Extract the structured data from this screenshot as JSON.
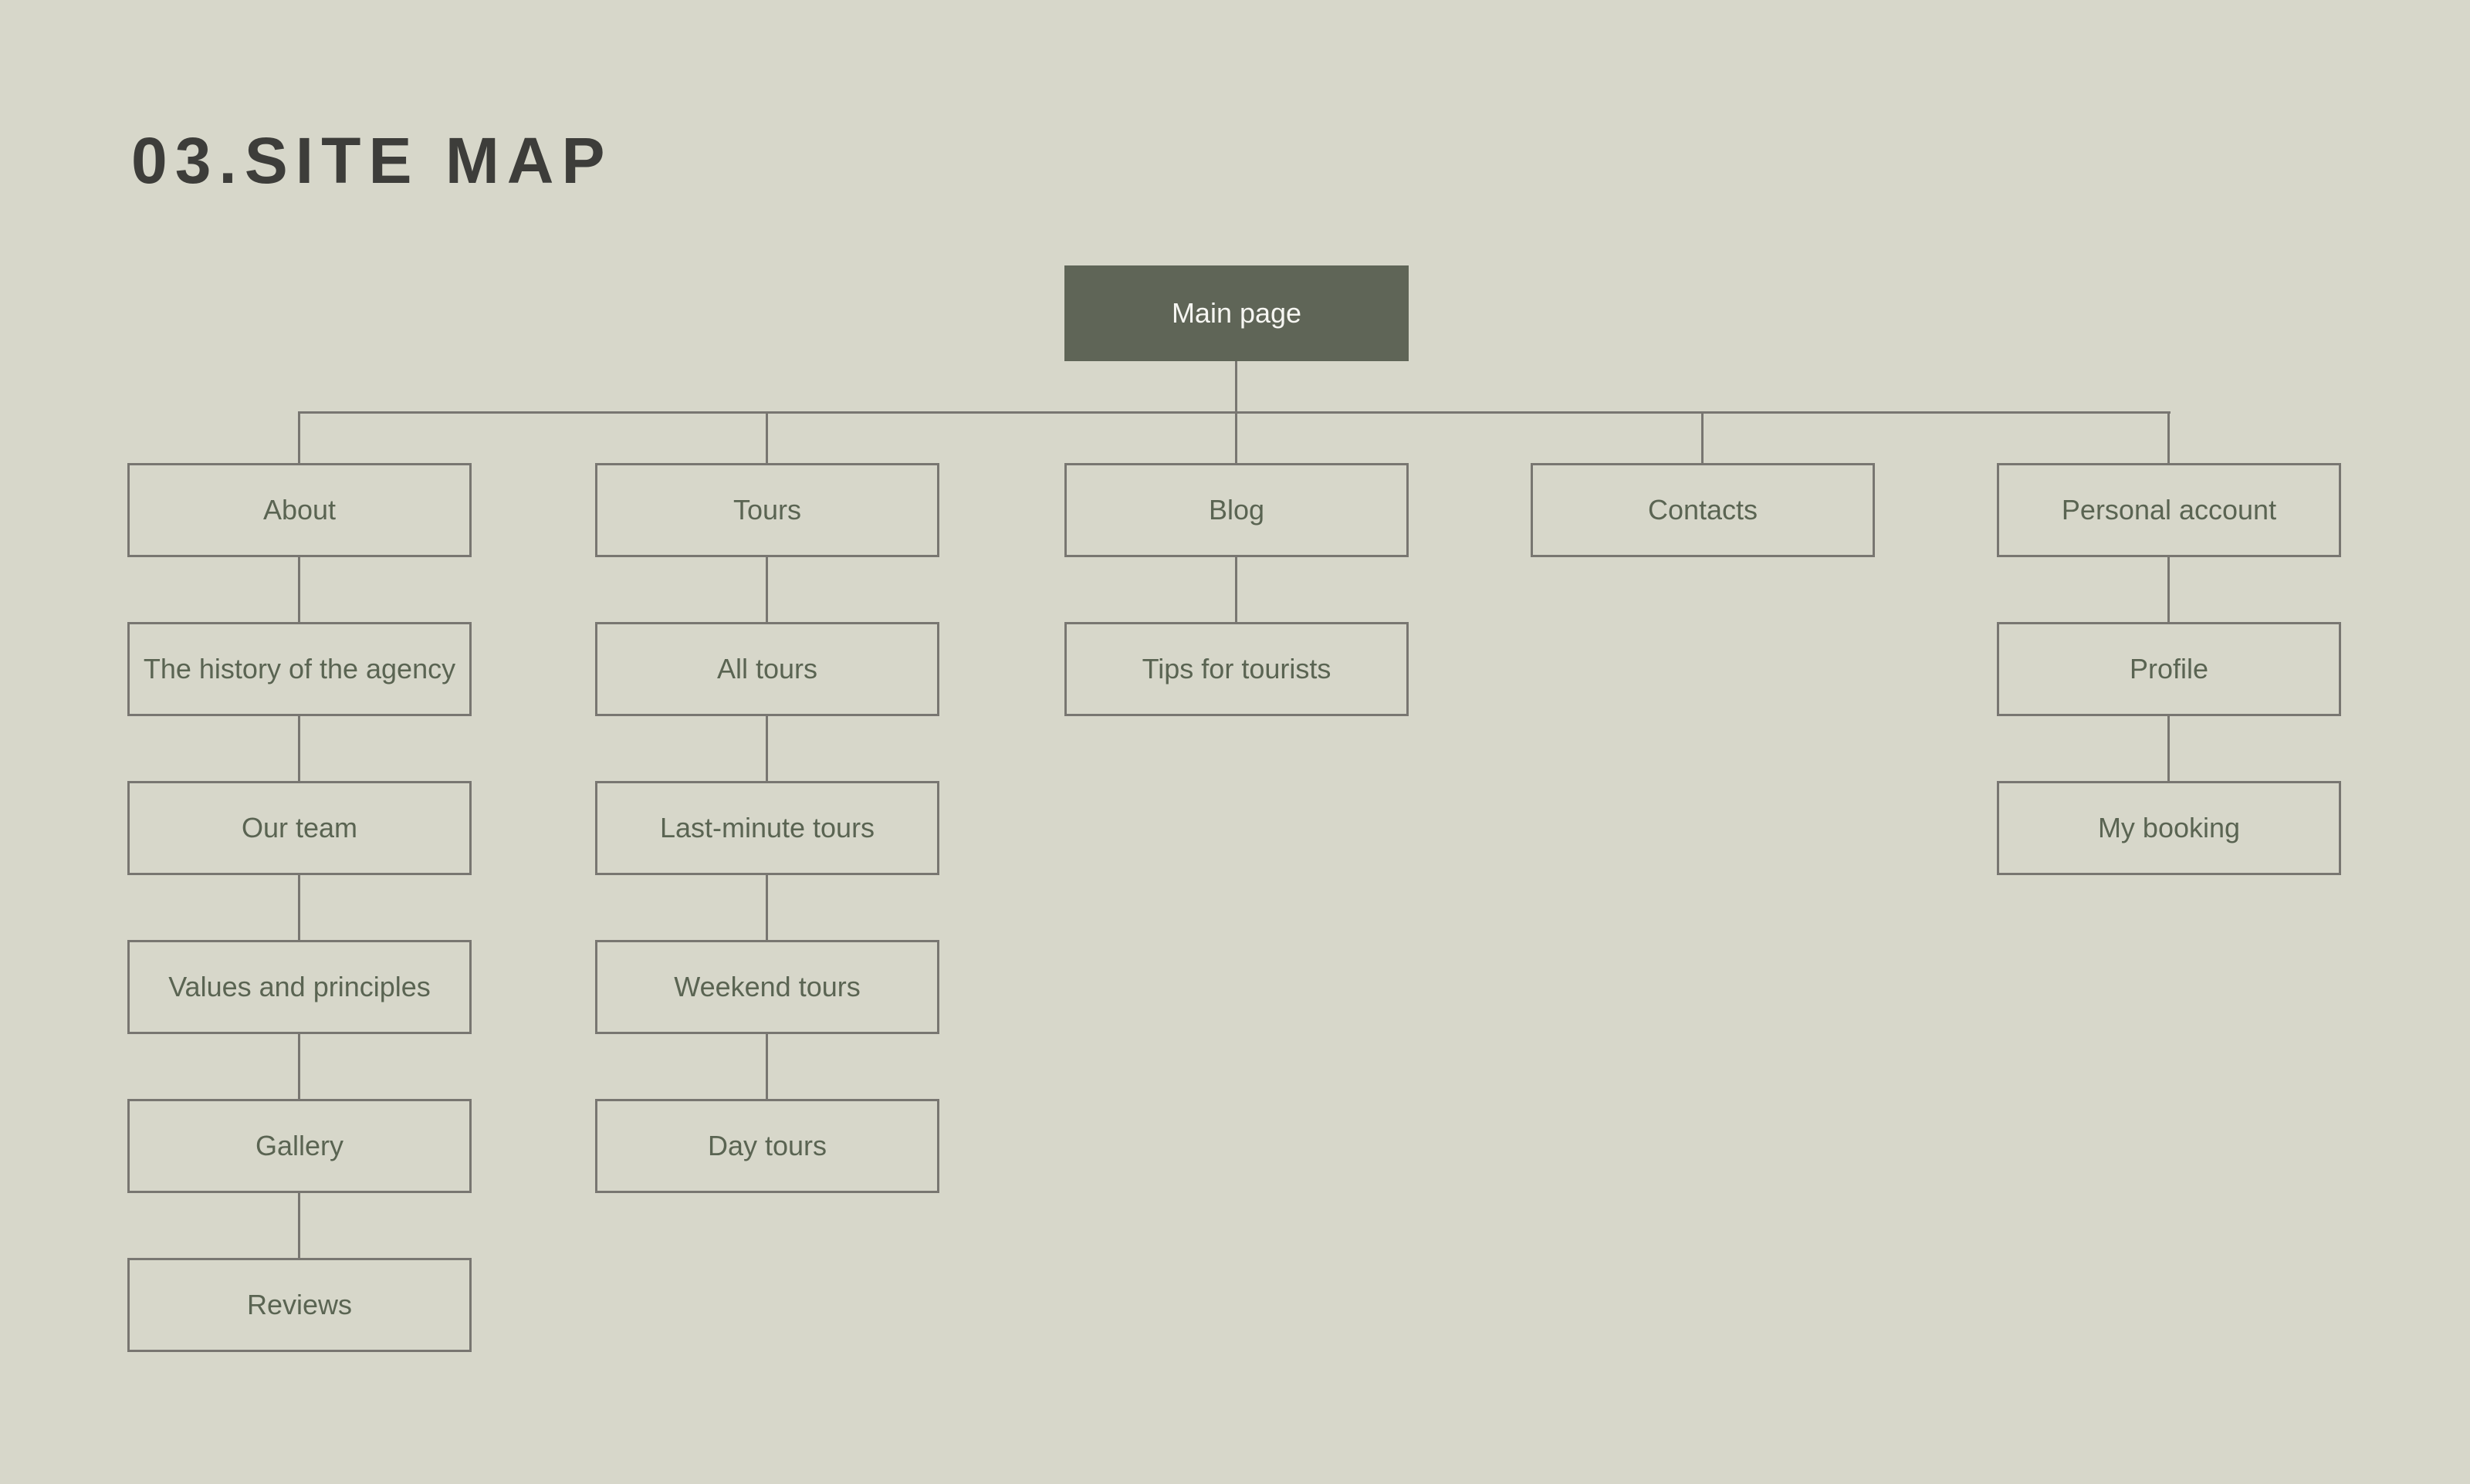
{
  "title": "03.SITE MAP",
  "colors": {
    "background": "#d7d7ca",
    "line": "#787671",
    "root_fill": "#5f6557",
    "root_text": "#f6f6f2",
    "node_text": "#5a6452",
    "title_text": "#3d3d3a"
  },
  "root": {
    "label": "Main page"
  },
  "columns": [
    {
      "label": "About",
      "children": [
        "The history of the agency",
        "Our team",
        "Values and principles",
        "Gallery",
        "Reviews"
      ]
    },
    {
      "label": "Tours",
      "children": [
        "All tours",
        "Last-minute tours",
        "Weekend tours",
        "Day tours"
      ]
    },
    {
      "label": "Blog",
      "children": [
        "Tips for tourists"
      ]
    },
    {
      "label": "Contacts",
      "children": []
    },
    {
      "label": "Personal account",
      "children": [
        "Profile",
        "My booking"
      ]
    }
  ]
}
